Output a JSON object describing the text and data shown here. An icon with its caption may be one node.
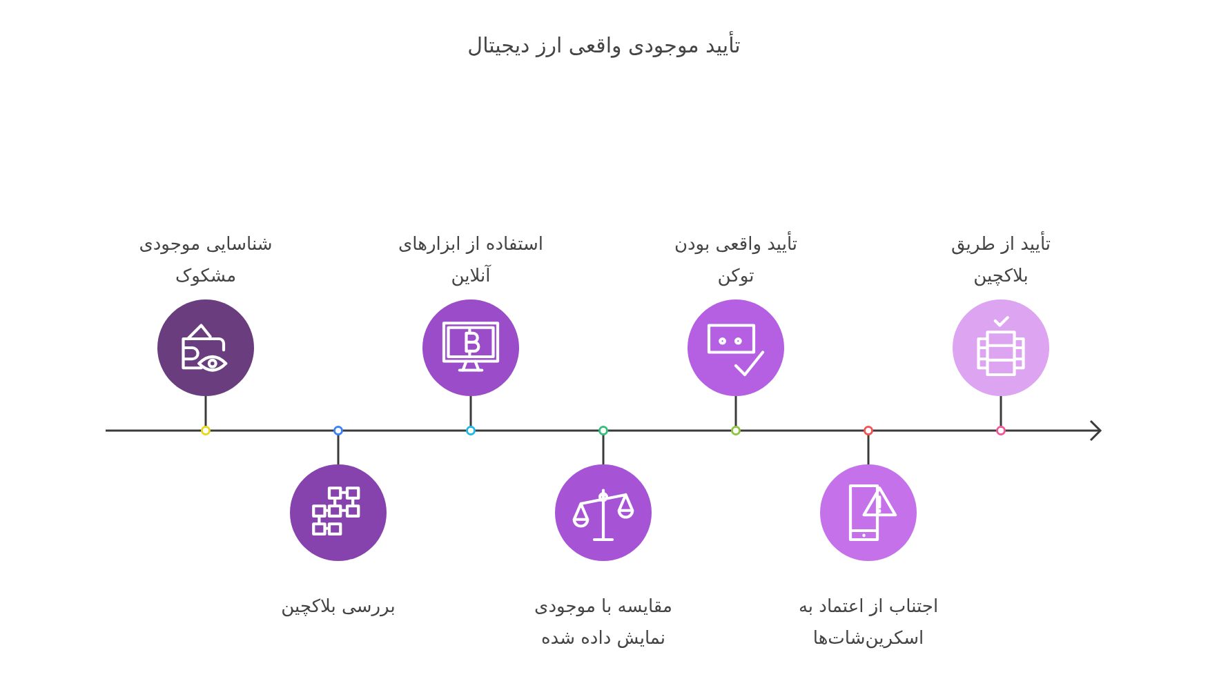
{
  "diagram": {
    "title": "تأیید موجودی واقعی ارز دیجیتال",
    "nodes": [
      {
        "text": [
          "شناسایی موجودی مشکوک"
        ]
      },
      {
        "text": [
          "بررسی بلاکچین"
        ]
      },
      {
        "text": [
          "استفاده از ابزارهای آنلاین"
        ]
      },
      {
        "text": [
          "مقایسه با موجودی نمایش داده شده"
        ]
      },
      {
        "text": [
          "تأیید واقعی بودن توکن"
        ]
      },
      {
        "text": [
          "اجتناب از اعتماد به اسکرین‌شات‌ها"
        ]
      },
      {
        "text": [
          "تأیید از طریق بلاکچین"
        ]
      },
      {
        "text": [],
        "shape": "bar"
      }
    ],
    "edges": [
      {
        "from": 0,
        "to": 7,
        "arrow": "none"
      },
      {
        "from": 1,
        "to": 7,
        "arrow": "none"
      },
      {
        "from": 2,
        "to": 7,
        "arrow": "none"
      },
      {
        "from": 3,
        "to": 7,
        "arrow": "none"
      },
      {
        "from": 4,
        "to": 7,
        "arrow": "none"
      },
      {
        "from": 5,
        "to": 7,
        "arrow": "none"
      },
      {
        "from": 6,
        "to": 7,
        "arrow": "none"
      }
    ]
  }
}
